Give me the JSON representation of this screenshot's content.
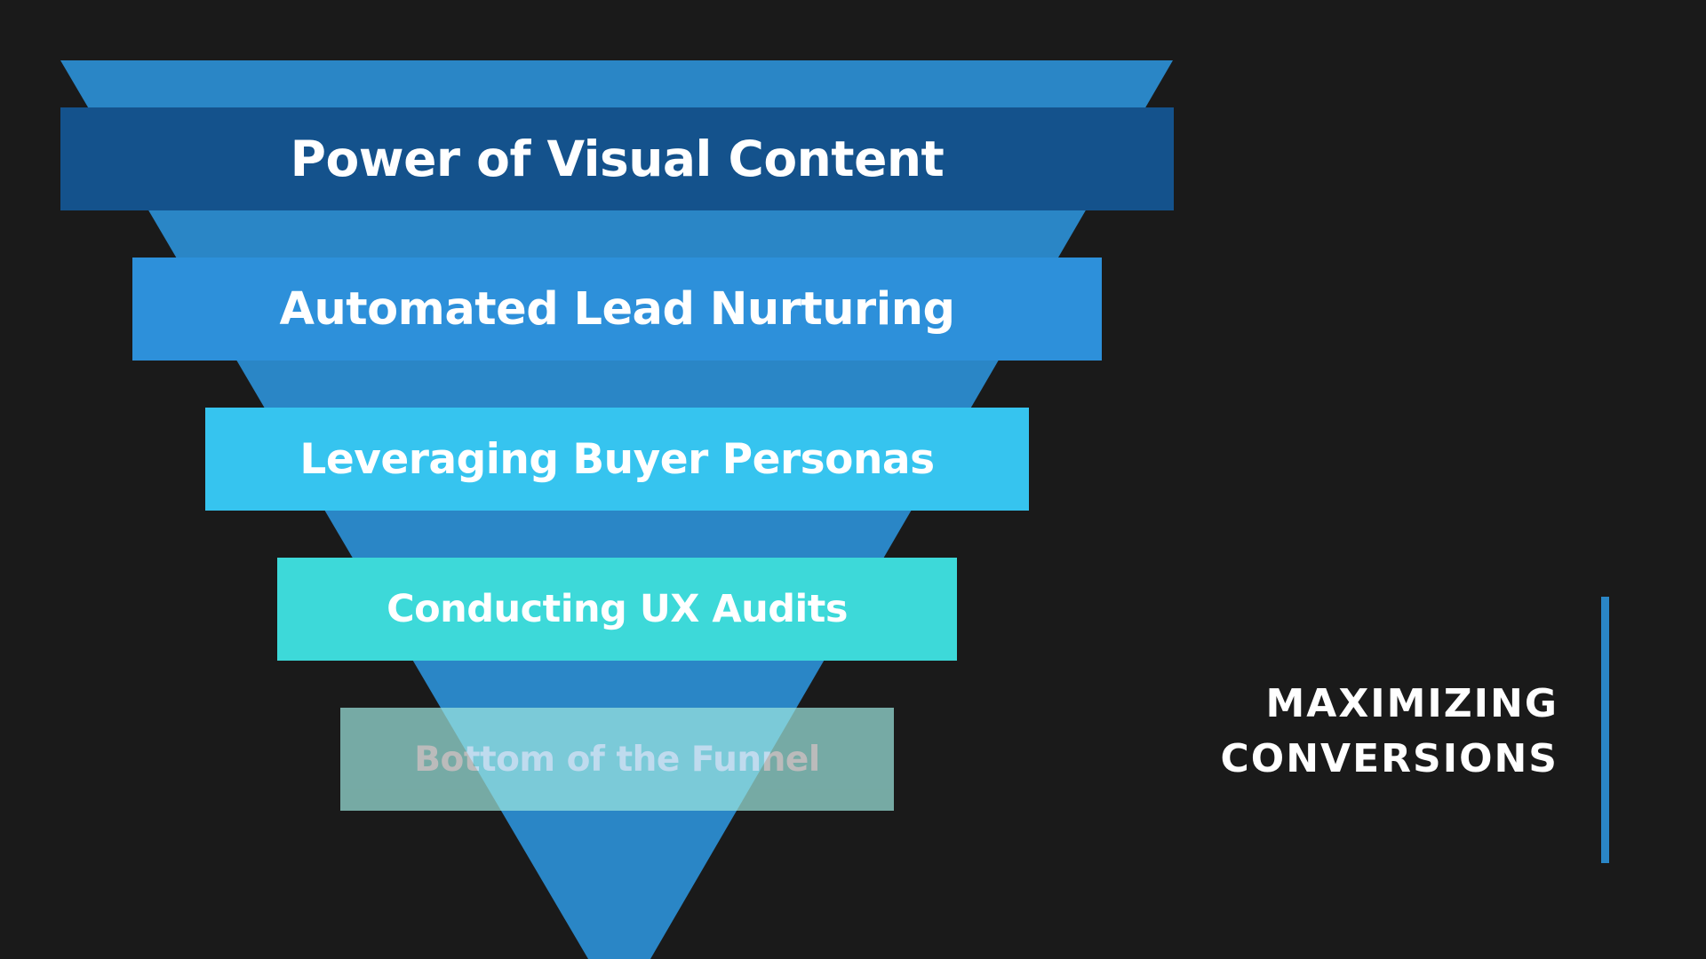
{
  "colors": {
    "background": "#1a1a1a",
    "funnel": "#2a86c6",
    "accent_bar": "#2a86c6"
  },
  "funnel_stages": [
    {
      "label": "Power of Visual Content",
      "color": "#14528c",
      "opacity": 1
    },
    {
      "label": "Automated Lead Nurturing",
      "color": "#2d90da",
      "opacity": 1
    },
    {
      "label": "Leveraging Buyer Personas",
      "color": "#36c4ef",
      "opacity": 1
    },
    {
      "label": "Conducting UX Audits",
      "color": "#3dd9d9",
      "opacity": 1
    },
    {
      "label": "Bottom of the Funnel",
      "color": "#9ee8e0",
      "opacity": 0.7
    }
  ],
  "side_title": {
    "line1": "MAXIMIZING",
    "line2": "CONVERSIONS"
  }
}
